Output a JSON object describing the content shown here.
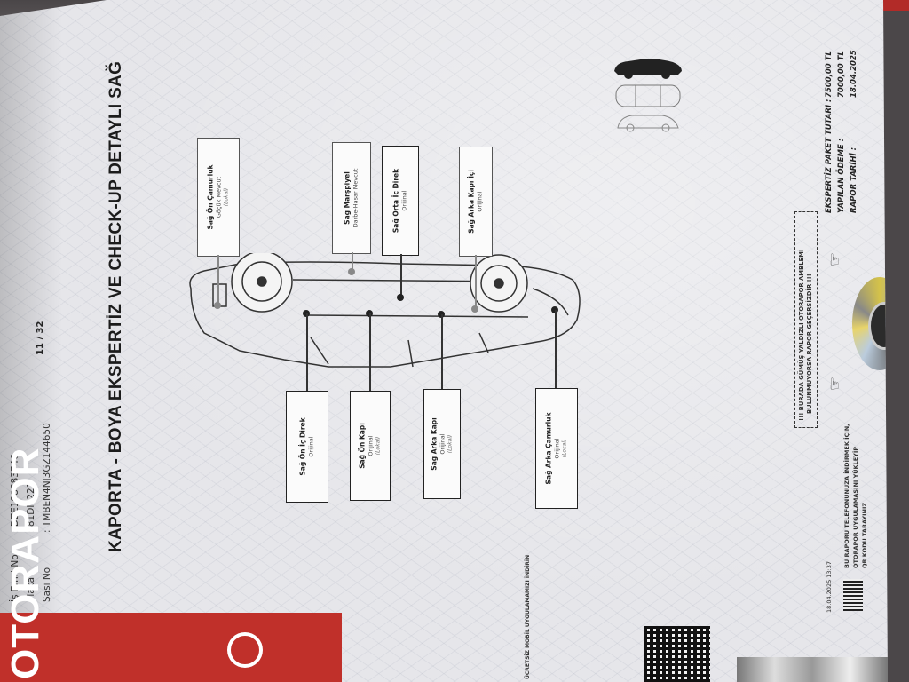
{
  "report": {
    "title": "KAPORTA - BOYA EKSPERTİZ VE CHECK-UP DETAYLI SAĞ",
    "page": "11 / 32"
  },
  "meta": {
    "is_emri_label": "İş Emri No",
    "is_emri_value": ": DZE198683746",
    "plaka_label": "Plaka",
    "plaka_value": ": 81DM221",
    "sasi_label": "Şasi No",
    "sasi_value": ": TMBEN4NJ3GZ144650"
  },
  "top_parts": [
    {
      "name": "Sağ Ön Çamurluk",
      "status": "Göçük Mevcut",
      "note": "(Lokal)"
    },
    {
      "name": "Sağ Marşpiyel",
      "status": "Darbe-Hasar Mevcut",
      "note": ""
    },
    {
      "name": "Sağ Orta İç Direk",
      "status": "Orijinal",
      "note": ""
    },
    {
      "name": "Sağ Arka Kapı İçi",
      "status": "Orijinal",
      "note": ""
    }
  ],
  "bottom_parts": [
    {
      "name": "Sağ Ön İç Direk",
      "status": "Orijinal",
      "note": ""
    },
    {
      "name": "Sağ Ön Kapı",
      "status": "Orijinal",
      "note": "(Lokal)"
    },
    {
      "name": "Sağ Arka Kapı",
      "status": "Orijinal",
      "note": "(Lokal)"
    },
    {
      "name": "Sağ Arka Çamurluk",
      "status": "Orijinal",
      "note": "(Lokal)"
    }
  ],
  "pricing": {
    "package_label": "EKSPERTİZ PAKET TUTARI :",
    "package_value": "7500,00 TL",
    "paid_label": "YAPILAN ÖDEME :",
    "paid_value": "7000,00 TL",
    "date_label": "RAPOR TARİHİ :",
    "date_value": "18.04.2025"
  },
  "notice": {
    "line1": "!!! BURADA GÜMÜŞ YALDIZLI OTORAPOR AMBLEMİ",
    "line2": "BULUNMUYORSA RAPOR GEÇERSİZDİR !!!"
  },
  "app_promo": {
    "line1": "BU RAPORU TELEFONUNUZA İNDİRMEK İÇİN,",
    "line2": "OTORAPOR UYGULAMASINI YÜKLEYİP",
    "line3": "QR KODU TARAYINIZ",
    "date": "18.04.2025 13:37"
  },
  "brand": {
    "name": "OTORAPOR",
    "colors": {
      "brand_red": "#c0302a",
      "paper": "#e6e6ea",
      "ink": "#222222"
    }
  },
  "footer": {
    "app_text": "ÜCRETSİZ MOBİL UYGULAMAMIZI İNDİRİN"
  },
  "icons": [
    "car-side-icon",
    "car-top-icon",
    "hand-point-icon",
    "qr-code-icon",
    "hologram-seal-icon",
    "otorapor-logo-icon"
  ]
}
